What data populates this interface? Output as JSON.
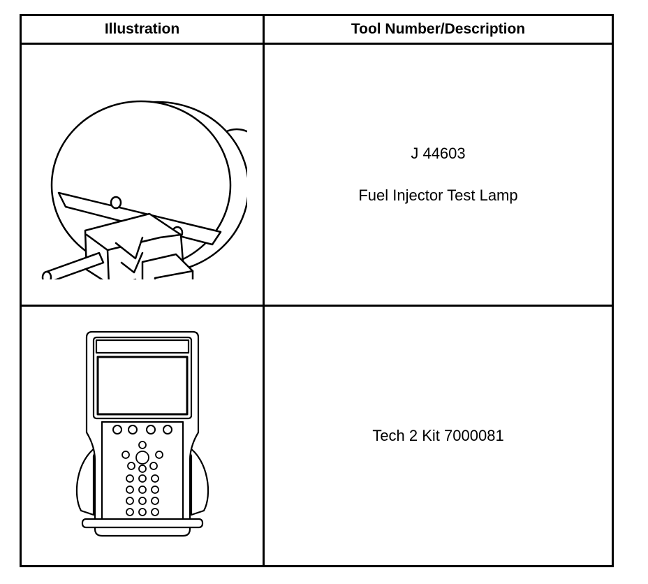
{
  "table": {
    "headers": {
      "illustration": "Illustration",
      "tool": "Tool Number/Description"
    },
    "rows": [
      {
        "illustration_icon": "fuel-injector-test-lamp-icon",
        "tool_number": "J 44603",
        "description": "Fuel Injector Test Lamp"
      },
      {
        "illustration_icon": "tech-2-scan-tool-icon",
        "description": "Tech 2 Kit 7000081"
      }
    ]
  },
  "colors": {
    "line": "#000000",
    "background": "#ffffff"
  }
}
